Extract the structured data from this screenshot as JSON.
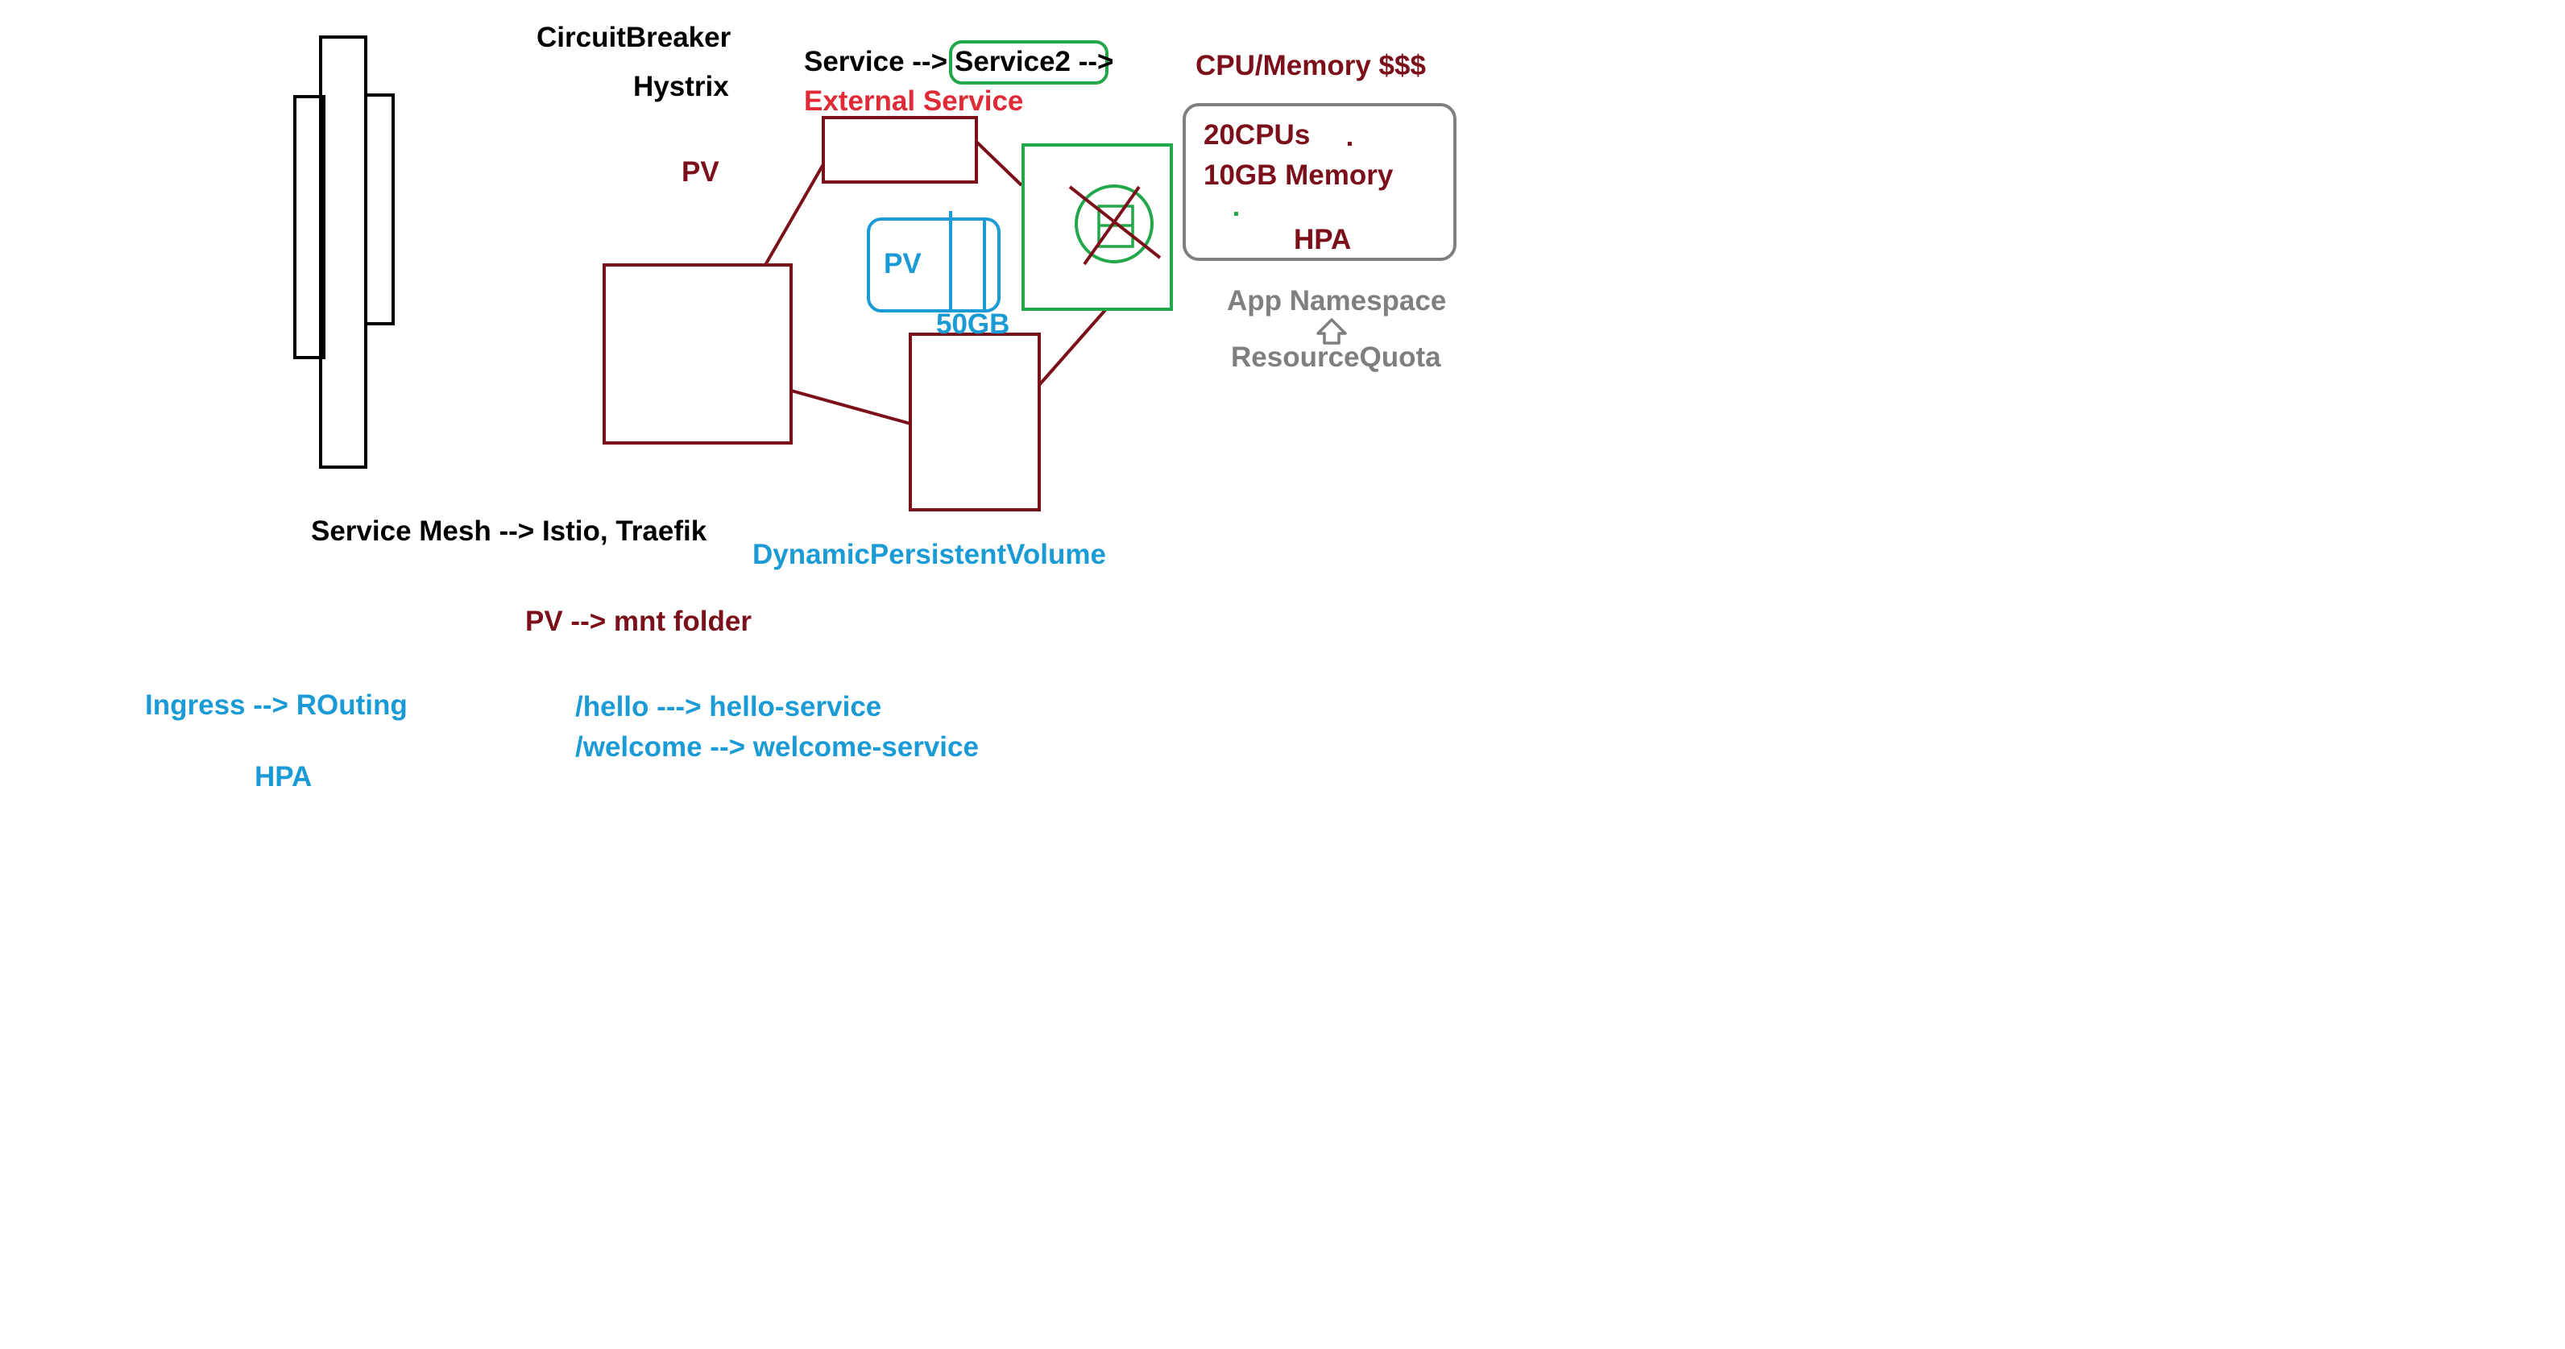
{
  "labels": {
    "circuit_breaker": "CircuitBreaker",
    "hystrix": "Hystrix",
    "service_flow_prefix": "Service -->",
    "service2": "Service2 -->",
    "external_service": "External Service",
    "pv_top": "PV",
    "cpu_memory": "CPU/Memory $$$",
    "cpus": "20CPUs",
    "memory": "10GB Memory",
    "hpa_quota": "HPA",
    "app_namespace": "App Namespace",
    "resource_quota": "ResourceQuota",
    "pv_volume": "PV",
    "volume_size": "50GB",
    "service_mesh": "Service Mesh --> Istio, Traefik",
    "dynamic_pv": "DynamicPersistentVolume",
    "pv_mnt": "PV --> mnt folder",
    "ingress": "Ingress --> ROuting",
    "hpa_bottom": "HPA",
    "route_hello": "/hello ---> hello-service",
    "route_welcome": "/welcome --> welcome-service"
  },
  "colors": {
    "black": "#000000",
    "maroon": "#7b0f1a",
    "red": "#e02a36",
    "blue": "#1b9bd6",
    "green": "#22a84a",
    "grey": "#7f7f7f"
  }
}
